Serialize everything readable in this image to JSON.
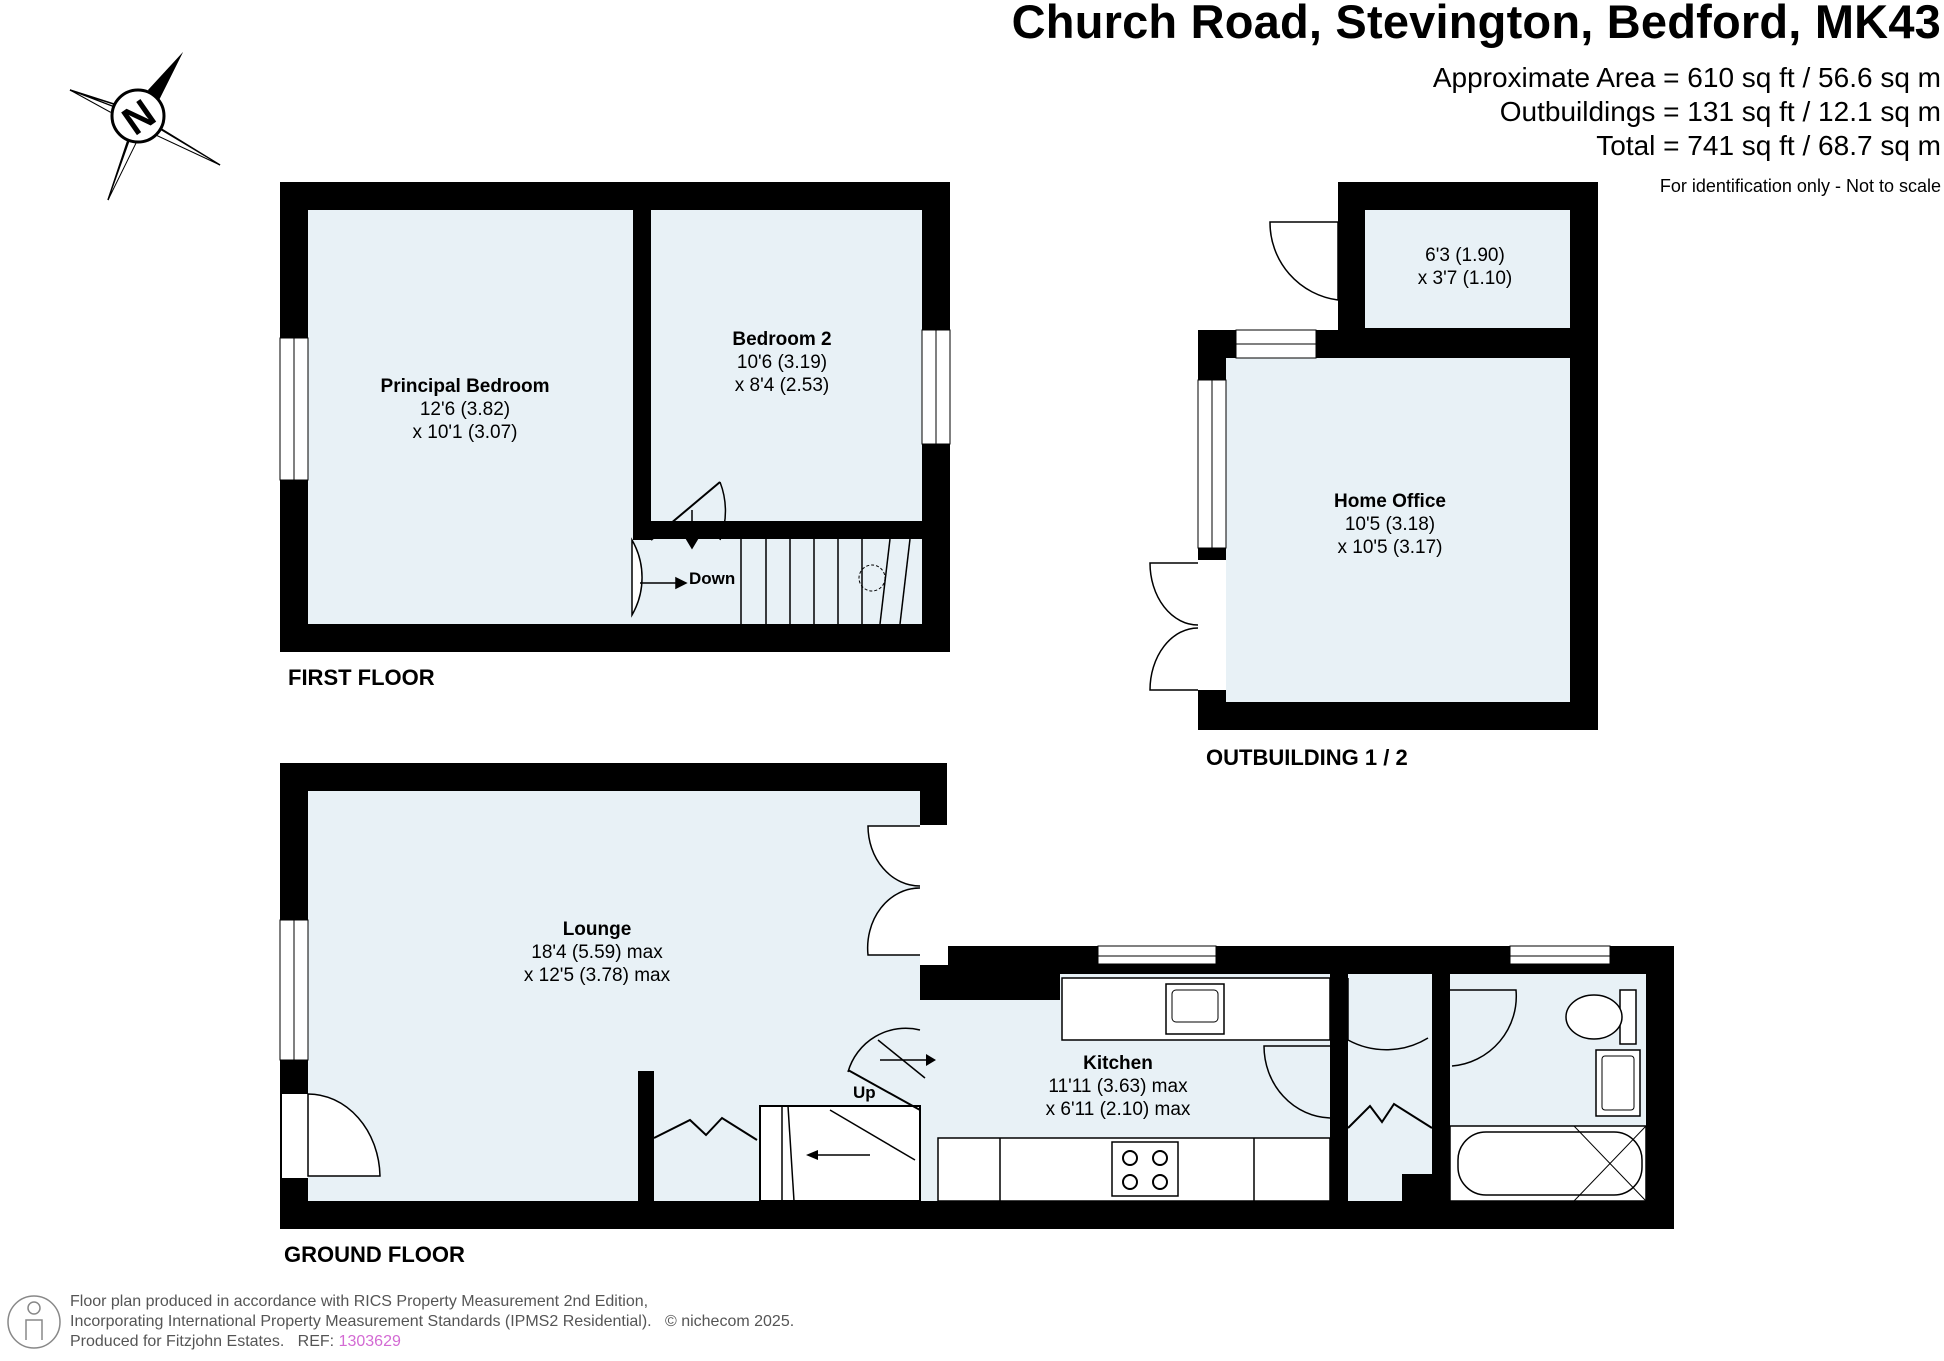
{
  "header": {
    "address": "Church Road, Stevington, Bedford, MK43",
    "area_lines": [
      "Approximate Area = 610 sq ft / 56.6 sq m",
      "Outbuildings = 131 sq ft / 12.1 sq m",
      "Total = 741 sq ft / 68.7 sq m"
    ],
    "disclaimer": "For identification only - Not to scale"
  },
  "compass": {
    "letter": "N"
  },
  "floors": {
    "first": "FIRST FLOOR",
    "ground": "GROUND FLOOR",
    "outbuilding": "OUTBUILDING 1 / 2"
  },
  "rooms": {
    "principal_bedroom": {
      "name": "Principal Bedroom",
      "dim1": "12'6 (3.82)",
      "dim2": "x 10'1 (3.07)"
    },
    "bedroom_2": {
      "name": "Bedroom 2",
      "dim1": "10'6 (3.19)",
      "dim2": "x 8'4 (2.53)"
    },
    "store": {
      "dim1": "6'3 (1.90)",
      "dim2": "x 3'7 (1.10)"
    },
    "home_office": {
      "name": "Home Office",
      "dim1": "10'5 (3.18)",
      "dim2": "x 10'5 (3.17)"
    },
    "lounge": {
      "name": "Lounge",
      "dim1": "18'4 (5.59) max",
      "dim2": "x 12'5 (3.78) max"
    },
    "kitchen": {
      "name": "Kitchen",
      "dim1": "11'11 (3.63) max",
      "dim2": "x 6'11 (2.10) max"
    }
  },
  "stairs": {
    "down": "Down",
    "up": "Up"
  },
  "footer": {
    "line1": "Floor plan produced in accordance with RICS Property Measurement 2nd Edition,",
    "line2": "Incorporating International Property Measurement Standards (IPMS2 Residential).",
    "copyright": "© nichecom 2025.",
    "line3": "Produced for Fitzjohn Estates.",
    "ref_label": "REF:",
    "ref": "1303629"
  },
  "colors": {
    "room_fill": "#e8f1f6",
    "wall": "#000000",
    "accent_ref": "#d36ad3"
  }
}
